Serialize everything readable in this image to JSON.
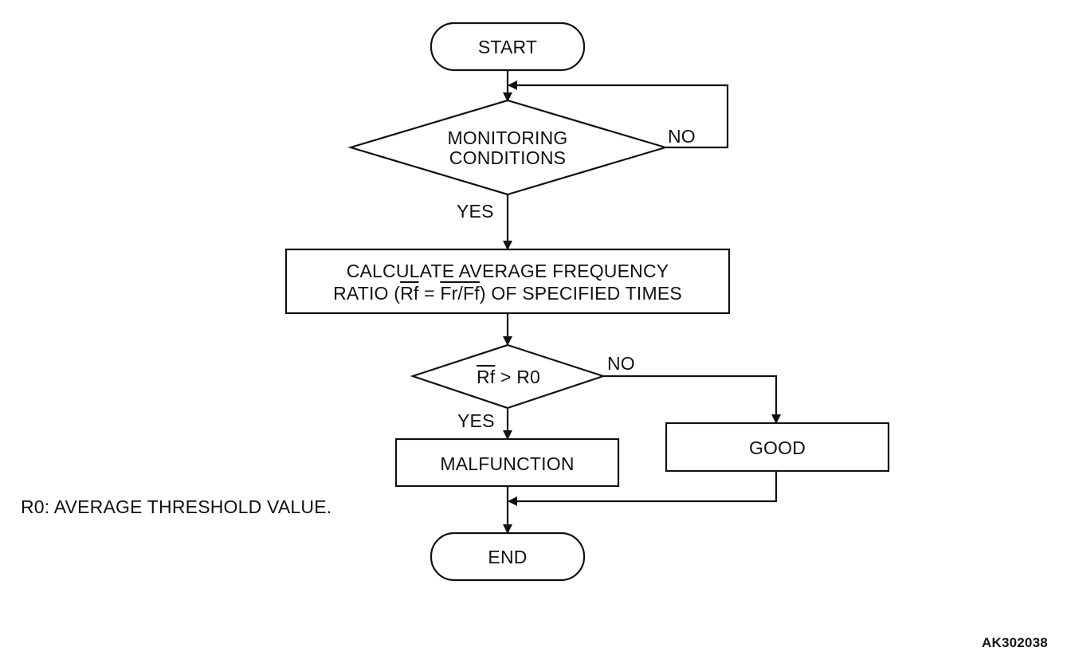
{
  "flowchart": {
    "start": "START",
    "monitoring": {
      "line1": "MONITORING",
      "line2": "CONDITIONS"
    },
    "branch_no_1": "NO",
    "branch_yes_1": "YES",
    "calculate": {
      "line1": "CALCULATE AVERAGE FREQUENCY",
      "line2_prefix": "RATIO (",
      "rf_bar": "Rf",
      "equals": " = ",
      "frff_bar": "Fr/Ff",
      "line2_suffix": ") OF SPECIFIED TIMES"
    },
    "decision": {
      "rf_bar": "Rf",
      "rest": " > R0"
    },
    "branch_no_2": "NO",
    "branch_yes_2": "YES",
    "malfunction": "MALFUNCTION",
    "good": "GOOD",
    "end": "END"
  },
  "note": "R0: AVERAGE THRESHOLD VALUE.",
  "figure_code": "AK302038"
}
